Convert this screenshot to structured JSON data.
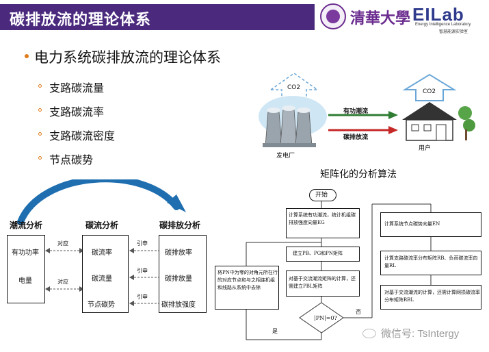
{
  "slide": {
    "title": "碳排放流的理论体系",
    "university": "清華大學",
    "lab_logo": "EILab",
    "lab_en": "Energy Intelligence Laboratory",
    "lab_cn": "智慧能源实验室"
  },
  "bullets": {
    "main": "电力系统碳排放流的理论体系",
    "subs": [
      "支路碳流量",
      "支路碳流率",
      "支路碳流密度",
      "节点碳势"
    ]
  },
  "illustration": {
    "co2_left": "CO2",
    "co2_right": "CO2",
    "active_flow": "有功潮流",
    "carbon_flow": "碳排放流",
    "plant": "发电厂",
    "user": "用户"
  },
  "analysis": {
    "headers": [
      "潮流分析",
      "碳流分析",
      "碳排放分析"
    ],
    "power_items": [
      "有功功率",
      "电量"
    ],
    "carbon_items": [
      "碳流率",
      "碳流量",
      "节点碳势"
    ],
    "emission_items": [
      "碳排放率",
      "碳排放量",
      "碳排放强度"
    ],
    "correspond": "对应",
    "derive": "引申"
  },
  "flowchart": {
    "title": "矩阵化的分析算法",
    "start": "开始",
    "step1": "计算系统有功潮流，统计机组碳排放强度向量EG",
    "step2": "建立PB、PG和PN矩阵",
    "step3": "对基于交流潮流矩阵的计算，还需建立PBL矩阵",
    "decision": "|PN|=0?",
    "yes": "是",
    "no": "否",
    "loop": "将PN中为零的对角元所在行的对应节点和与之相连机组和线路从系统中去除",
    "step4": "计算系统节点碳势向量EN",
    "step5": "计算支路碳流率分布矩阵RB、负荷碳流率向量RL",
    "step6": "对基于交流潮流的计算，还需计算网损碳流率分布矩阵RBL"
  },
  "watermark": "微信号: TsIntergy"
}
